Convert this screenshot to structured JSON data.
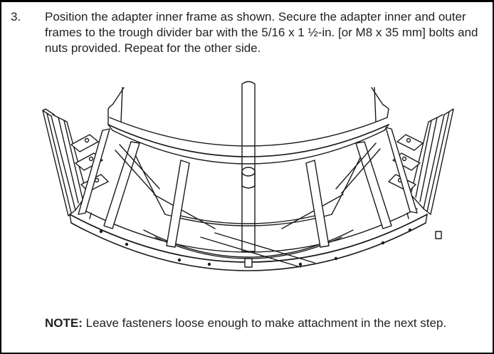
{
  "step": {
    "number": "3.",
    "text": "Position the adapter inner frame as shown. Secure the adapter inner and outer frames to the trough divider bar with the 5/16 x 1 ½-in. [or M8 x 35 mm] bolts and nuts provided. Repeat for the other side."
  },
  "note": {
    "label": "NOTE:",
    "text": " Leave fasteners loose enough to make attachment in the next step."
  }
}
